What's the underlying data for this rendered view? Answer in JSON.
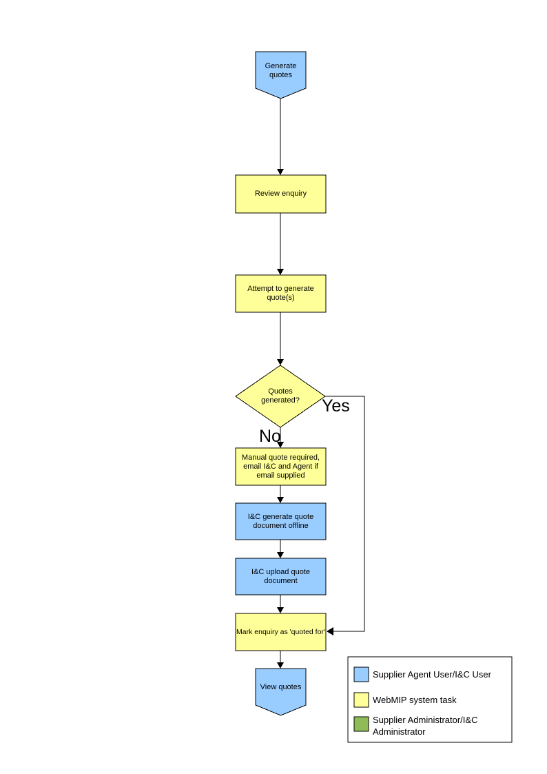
{
  "colors": {
    "actor_blue": "#99CCFF",
    "task_yellow": "#FFFF99",
    "admin_green": "#8FBC57",
    "connector": "#000000",
    "legend_background": "#FFFFFF"
  },
  "nodes": [
    {
      "id": "start",
      "type": "off-page-connector",
      "role": "actor_blue",
      "label": "Generate quotes"
    },
    {
      "id": "review-enquiry",
      "type": "process",
      "role": "task_yellow",
      "label": "Review enquiry"
    },
    {
      "id": "attempt-generate",
      "type": "process",
      "role": "task_yellow",
      "label": "Attempt to generate quote(s)"
    },
    {
      "id": "quotes-generated",
      "type": "decision",
      "role": "task_yellow",
      "label": "Quotes generated?"
    },
    {
      "id": "manual-quote",
      "type": "process",
      "role": "task_yellow",
      "label": "Manual quote required, email I&C and Agent if email supplied"
    },
    {
      "id": "generate-offline",
      "type": "process",
      "role": "actor_blue",
      "label": "I&C generate quote document offline"
    },
    {
      "id": "upload-quote",
      "type": "process",
      "role": "actor_blue",
      "label": "I&C upload quote document"
    },
    {
      "id": "mark-quoted",
      "type": "process",
      "role": "task_yellow",
      "label": "Mark enquiry as 'quoted for'"
    },
    {
      "id": "end",
      "type": "off-page-connector",
      "role": "actor_blue",
      "label": "View quotes"
    }
  ],
  "branch_labels": {
    "yes": "Yes",
    "no": "No"
  },
  "legend": {
    "items": [
      {
        "label": "Supplier Agent User/I&C User",
        "color": "#99CCFF"
      },
      {
        "label": "WebMIP system task",
        "color": "#FFFF99"
      },
      {
        "label": "Supplier Administrator/I&C Administrator",
        "color": "#8FBC57"
      }
    ]
  }
}
